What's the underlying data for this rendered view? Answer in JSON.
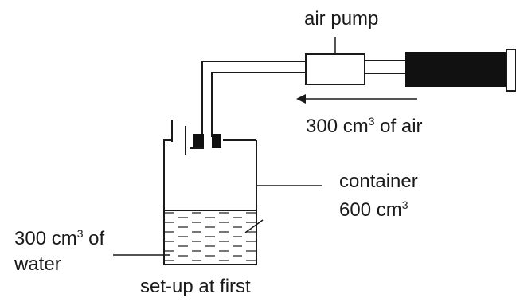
{
  "labels": {
    "air_pump": "air pump",
    "air_volume": {
      "value": "300 cm",
      "sup": "3",
      "suffix": " of air"
    },
    "container": "container",
    "container_volume": {
      "value": "600 cm",
      "sup": "3"
    },
    "water_volume": {
      "value": "300 cm",
      "sup": "3",
      "suffix": " of"
    },
    "water_word": "water",
    "caption": "set-up at first"
  },
  "colors": {
    "ink": "#1a1a1a",
    "background": "#ffffff"
  }
}
